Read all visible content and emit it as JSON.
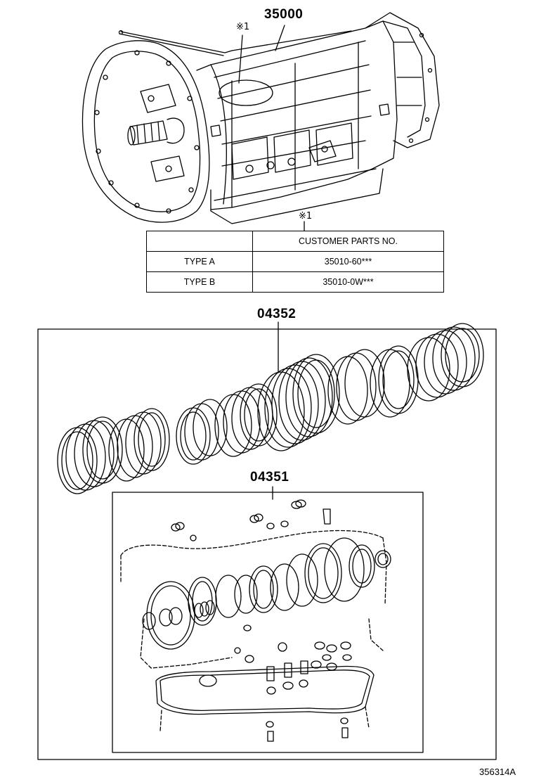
{
  "callouts": {
    "transmission": "35000",
    "gasket_kit_outer": "04352",
    "gasket_kit_inner": "04351"
  },
  "note_mark": "※1",
  "table": {
    "note_mark": "※1",
    "header": [
      "",
      "CUSTOMER PARTS NO."
    ],
    "rows": [
      {
        "type": "TYPE A",
        "part_no": "35010-60***"
      },
      {
        "type": "TYPE B",
        "part_no": "35010-0W***"
      }
    ]
  },
  "illustration_id": "356314A"
}
